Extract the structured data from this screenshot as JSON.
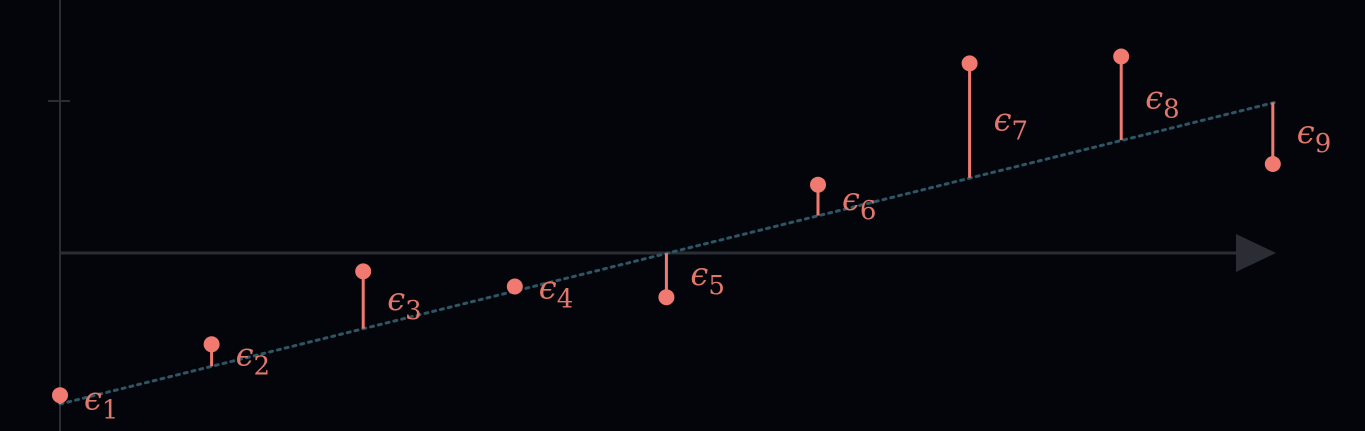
{
  "colors": {
    "background": "#03050b",
    "axis": "#2a2d33",
    "regression_line": "#2e5563",
    "residual": "#f07a70",
    "label": "#e2776d"
  },
  "icons": {
    "x_axis_arrow": "arrowhead-right-icon"
  },
  "diagram": {
    "symbol": "ϵ",
    "residuals": [
      {
        "sub": "1",
        "offset": 0.2
      },
      {
        "sub": "2",
        "offset": 0.5
      },
      {
        "sub": "3",
        "offset": 1.3
      },
      {
        "sub": "4",
        "offset": 0.1
      },
      {
        "sub": "5",
        "offset": -1.0
      },
      {
        "sub": "6",
        "offset": 0.7
      },
      {
        "sub": "7",
        "offset": 2.6
      },
      {
        "sub": "8",
        "offset": 1.9
      },
      {
        "sub": "9",
        "offset": -1.4
      }
    ]
  }
}
